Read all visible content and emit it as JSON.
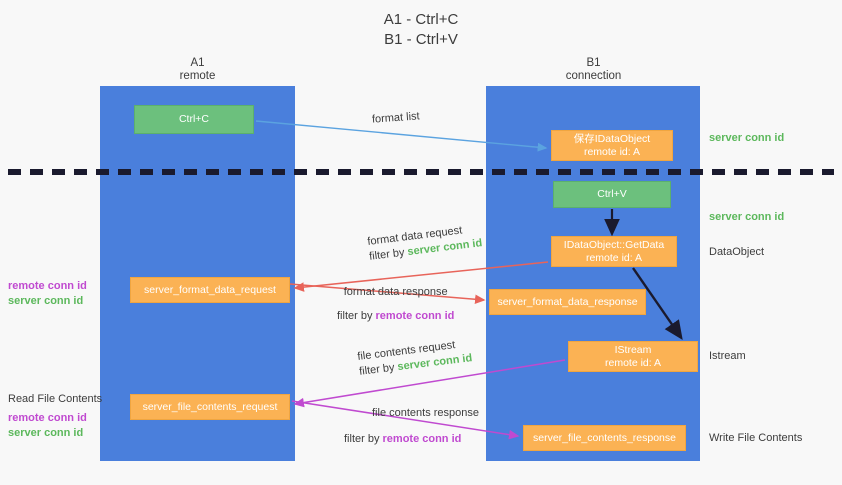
{
  "title": "A1 - Ctrl+C\nB1 - Ctrl+V",
  "colors": {
    "lane": "#4a7fdc",
    "green_box": "#6cc07d",
    "orange_box": "#fbb254",
    "server_conn_id": "#5cb85c",
    "remote_conn_id": "#c04ad0",
    "arrow_light_blue": "#5ba3e0",
    "arrow_red": "#e8645a",
    "arrow_magenta": "#c04ad0",
    "arrow_dark": "#1a1a2e",
    "divider": "#1a1a2e",
    "background": "#f8f8f8"
  },
  "lanes": [
    {
      "name": "a1",
      "title": "A1\nremote"
    },
    {
      "name": "b1",
      "title": "B1\nconnection"
    }
  ],
  "nodes": {
    "ctrl_c": "Ctrl+C",
    "idataobject": "保存IDataObject\nremote id: A",
    "ctrl_v": "Ctrl+V",
    "getdata": "IDataObject::GetData\nremote id: A",
    "server_format_data_request": "server_format_data_request",
    "server_format_data_response": "server_format_data_response",
    "istream": "IStream\nremote id: A",
    "server_file_contents_request": "server_file_contents_request",
    "server_file_contents_response": "server_file_contents_response"
  },
  "annotations": {
    "format_list": "format list",
    "format_data_request": "format data request",
    "format_data_request_filter_prefix": "filter by ",
    "format_data_request_filter_key": "server conn id",
    "format_data_response": "format data response",
    "format_data_response_filter_prefix": "filter by ",
    "format_data_response_filter_key": "remote conn id",
    "file_contents_request": "file contents request",
    "file_contents_request_filter_prefix": "filter by ",
    "file_contents_request_filter_key": "server conn id",
    "file_contents_response": "file contents response",
    "file_contents_response_filter_prefix": "filter by ",
    "file_contents_response_filter_key": "remote conn id",
    "server_conn_id_top": "server conn id",
    "server_conn_id_mid": "server conn id",
    "dataobject": "DataObject",
    "istream_label": "Istream",
    "write_file_contents": "Write File Contents",
    "read_file_contents": "Read File Contents",
    "left_remote_conn_id_mid": "remote conn id",
    "left_server_conn_id_mid": "server conn id",
    "left_remote_conn_id_bottom": "remote conn id",
    "left_server_conn_id_bottom": "server conn id"
  }
}
